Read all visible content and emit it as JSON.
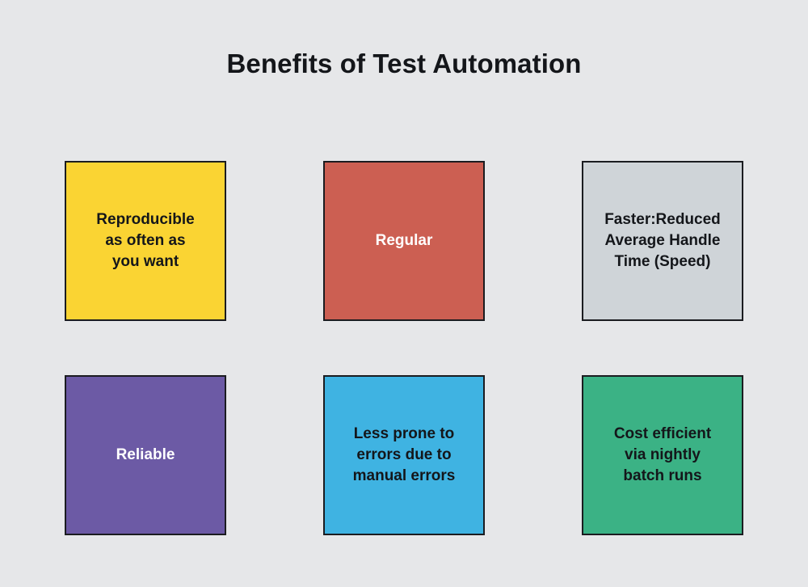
{
  "page": {
    "title": "Benefits of Test Automation",
    "background_color": "#e6e7e9",
    "title_color": "#14161a"
  },
  "chart_data": {
    "type": "table",
    "title": "Benefits of Test Automation",
    "layout": "2 rows x 3 columns grid of colored square cards",
    "categories": [
      "Reproducible as often as you want",
      "Regular",
      "Faster:Reduced Average Handle Time (Speed)",
      "Reliable",
      "Less prone to errors due to manual errors",
      "Cost efficient via nightly batch runs"
    ]
  },
  "cards": [
    {
      "id": "reproducible",
      "label": "Reproducible\nas often as\nyou want",
      "fill": "#fad433",
      "border": "#1b1c20",
      "text_color": "#14161a",
      "row": 0,
      "col": 0
    },
    {
      "id": "regular",
      "label": "Regular",
      "fill": "#cc5f52",
      "border": "#1b1c20",
      "text_color": "#ffffff",
      "row": 0,
      "col": 1
    },
    {
      "id": "faster",
      "label": "Faster:Reduced\nAverage Handle\nTime (Speed)",
      "fill": "#cfd4d8",
      "border": "#1b1c20",
      "text_color": "#14161a",
      "row": 0,
      "col": 2
    },
    {
      "id": "reliable",
      "label": "Reliable",
      "fill": "#6c5aa5",
      "border": "#1b1c20",
      "text_color": "#ffffff",
      "row": 1,
      "col": 0
    },
    {
      "id": "less-prone-to-errors",
      "label": "Less prone to\nerrors due to\nmanual errors",
      "fill": "#3fb3e2",
      "border": "#1b1c20",
      "text_color": "#14161a",
      "row": 1,
      "col": 1
    },
    {
      "id": "cost-efficient",
      "label": "Cost efficient\nvia nightly\nbatch runs",
      "fill": "#3bb285",
      "border": "#1b1c20",
      "text_color": "#14161a",
      "row": 1,
      "col": 2
    }
  ]
}
